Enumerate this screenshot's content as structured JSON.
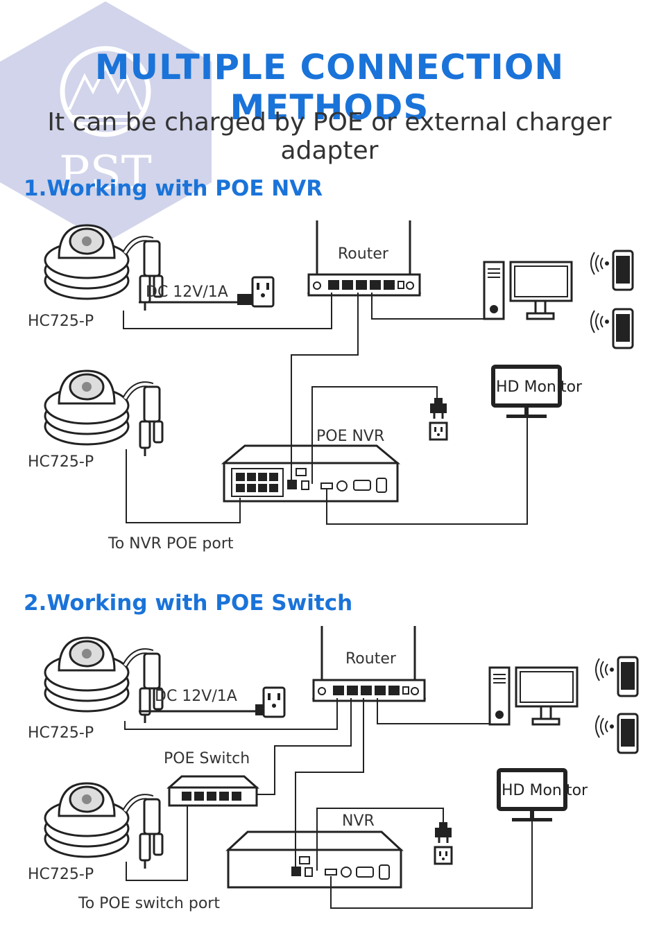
{
  "title": "MULTIPLE CONNECTION METHODS",
  "subtitle": "It can be charged by POE or external charger adapter",
  "watermark": "PST",
  "sections": [
    {
      "heading": "1.Working with POE NVR",
      "camera1": "HC725-P",
      "camera2": "HC725-P",
      "power": "DC 12V/1A",
      "router": "Router",
      "recorder": "POE NVR",
      "monitor": "HD Monitor",
      "port_note": "To NVR POE port"
    },
    {
      "heading": "2.Working with POE Switch",
      "camera1": "HC725-P",
      "camera2": "HC725-P",
      "power": "DC 12V/1A",
      "router": "Router",
      "switch": "POE Switch",
      "recorder": "NVR",
      "monitor": "HD Monitor",
      "port_note": "To POE switch port"
    }
  ],
  "icons": [
    "dome-camera-icon",
    "power-outlet-icon",
    "router-icon",
    "desktop-pc-icon",
    "apple-phone-icon",
    "android-phone-icon",
    "wifi-signal-icon",
    "monitor-icon",
    "nvr-icon",
    "poe-switch-icon",
    "power-plug-icon"
  ],
  "colors": {
    "accent": "#1a73d9",
    "watermark": "#c9cde6",
    "line": "#222222"
  }
}
